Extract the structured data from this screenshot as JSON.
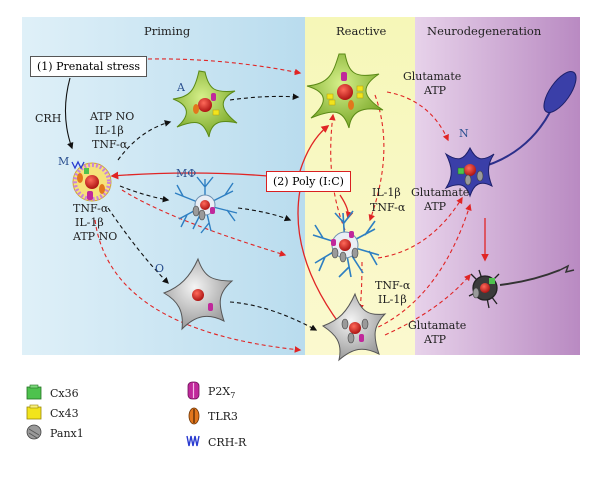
{
  "panels": {
    "priming": "Priming",
    "reactive": "Reactive",
    "neurodegeneration": "Neurodegeneration"
  },
  "boxes": {
    "prenatal_stress": "(1) Prenatal stress",
    "poly_ic": "(2) Poly (I:C)"
  },
  "labels": {
    "crh": "CRH",
    "atp_no_top": "ATP NO",
    "il1b_top": "IL-1β",
    "tnfa_top": "TNF-α",
    "tnfa_bottom": "TNF-α",
    "il1b_bottom": "IL-1β",
    "atp_no_bottom": "ATP NO",
    "glutamate_1": "Glutamate",
    "atp_1": "ATP",
    "glutamate_2": "Glutamate",
    "atp_2": "ATP",
    "glutamate_3": "Glutamate",
    "atp_3": "ATP",
    "il1b_mid": "IL-1β",
    "tnfa_mid": "TNF-α",
    "tnfa_low": "TNF-α",
    "il1b_low": "IL-1β"
  },
  "cell_letters": {
    "astrocyte": "A",
    "microglia": "M",
    "macrophage": "MΦ",
    "oligodendrocyte": "O",
    "neuron": "N"
  },
  "legend": [
    {
      "label": "Cx36",
      "icon": "cx36-icon",
      "color": "#4ec24e"
    },
    {
      "label": "Cx43",
      "icon": "cx43-icon",
      "color": "#f2e41c"
    },
    {
      "label": "Panx1",
      "icon": "panx1-icon",
      "color": "#9a9a9a"
    },
    {
      "label": "P2X7",
      "icon": "p2x7-icon",
      "color": "#c0289b"
    },
    {
      "label": "TLR3",
      "icon": "tlr3-icon",
      "color": "#e2761c"
    },
    {
      "label": "CRH-R",
      "icon": "crh-receptor-icon",
      "color": "#2a3bd0"
    }
  ],
  "colors": {
    "priming_bg": "#bfe0ef",
    "reactive_bg": "#fbf7a6",
    "neuro_bg": "#cfa6d4",
    "red_arrow": "#e02525",
    "black_arrow": "#111111"
  }
}
